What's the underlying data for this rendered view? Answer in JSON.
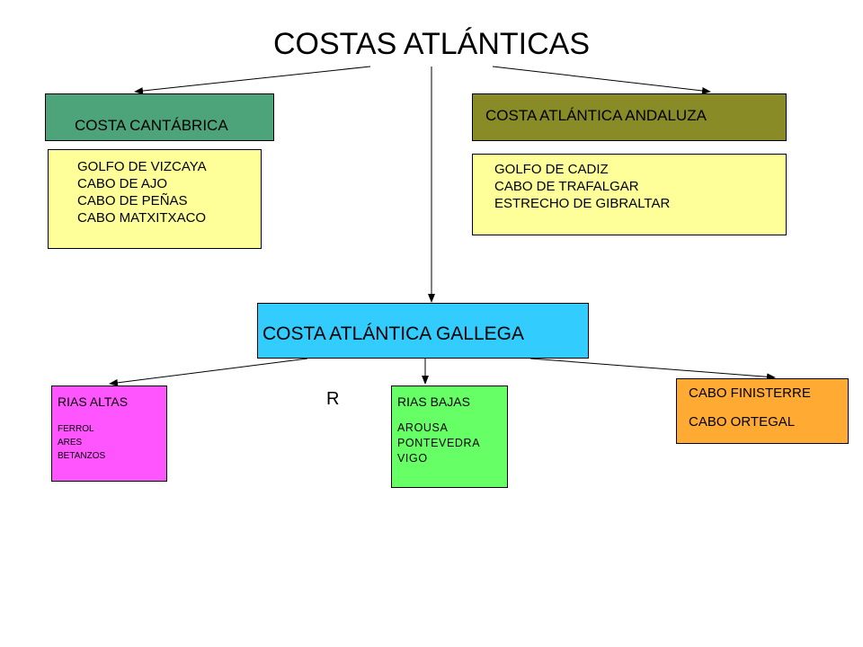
{
  "title": "COSTAS ATLÁNTICAS",
  "cantabrica": {
    "heading": "COSTA CANTÁBRICA",
    "color": "#4da47b",
    "items": [
      "GOLFO DE VIZCAYA",
      "CABO DE AJO",
      "CABO DE PEÑAS",
      "CABO MATXITXACO"
    ],
    "items_color": "#ffff99"
  },
  "andaluza": {
    "heading": "COSTA ATLÁNTICA ANDALUZA",
    "color": "#898b26",
    "items": [
      "GOLFO DE CADIZ",
      "CABO DE TRAFALGAR",
      "ESTRECHO DE GIBRALTAR"
    ],
    "items_color": "#ffff99"
  },
  "gallega": {
    "heading": "COSTA ATLÁNTICA GALLEGA",
    "color": "#33ccff"
  },
  "rias_altas": {
    "heading": "RIAS ALTAS",
    "color": "#ff55ff",
    "items": [
      "FERROL",
      "ARES",
      "BETANZOS"
    ]
  },
  "rias_bajas": {
    "heading": "RIAS BAJAS",
    "color": "#66ff66",
    "items": [
      "AROUSA",
      "PONTEVEDRA",
      "VIGO"
    ]
  },
  "cabos": {
    "color": "#ffaa33",
    "items": [
      "CABO FINISTERRE",
      "CABO ORTEGAL"
    ]
  },
  "stray_label": "R"
}
